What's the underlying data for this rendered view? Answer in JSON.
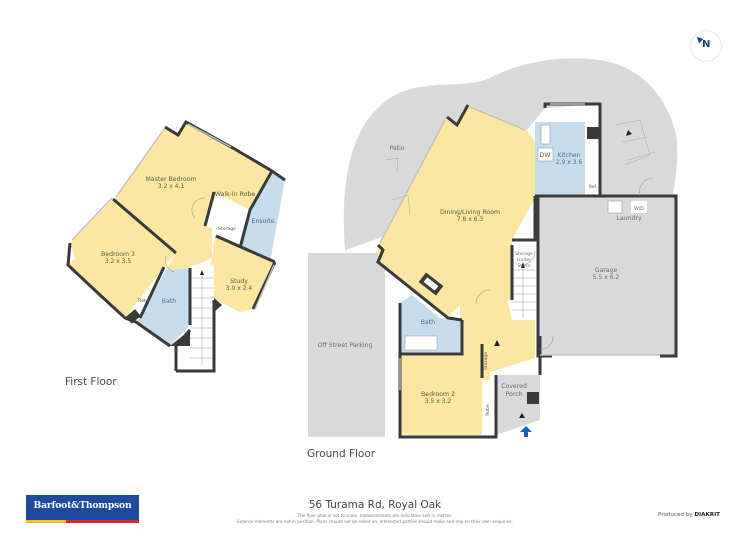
{
  "compass": {
    "label": "N"
  },
  "first_floor": {
    "title": "First Floor",
    "rooms": {
      "master_bedroom": {
        "name": "Master Bedroom",
        "dims": "3.2 x 4.1"
      },
      "walk_in_robe": {
        "name": "Walk-In Robe"
      },
      "ensuite": {
        "name": "Ensuite"
      },
      "storage": {
        "name": "Storage"
      },
      "bedroom_3": {
        "name": "Bedroom 3",
        "dims": "3.2 x 3.5"
      },
      "robe": {
        "name": "Robe"
      },
      "bath": {
        "name": "Bath"
      },
      "study": {
        "name": "Study",
        "dims": "3.0 x 2.4"
      }
    }
  },
  "ground_floor": {
    "title": "Ground Floor",
    "rooms": {
      "patio": {
        "name": "Patio"
      },
      "dining_living": {
        "name": "Dining/Living Room",
        "dims": "7.8 x 6.3"
      },
      "kitchen": {
        "name": "Kitchen",
        "dims": "2.9 x 3.6"
      },
      "dw": {
        "name": "DW"
      },
      "ref": {
        "name": "Ref."
      },
      "laundry": {
        "name": "Laundry"
      },
      "wd": {
        "name": "W/D"
      },
      "storage_under_stairs": {
        "line1": "Storage",
        "line2": "Under",
        "line3": "Stairs"
      },
      "garage": {
        "name": "Garage",
        "dims": "5.5 x 6.2"
      },
      "off_street_parking": {
        "name": "Off Street Parking"
      },
      "bath": {
        "name": "Bath"
      },
      "bedroom_2": {
        "name": "Bedroom 2",
        "dims": "3.5 x 3.2"
      },
      "robe": {
        "name": "Robe"
      },
      "storage": {
        "name": "Storage"
      },
      "covered_porch": {
        "line1": "Covered",
        "line2": "Porch"
      }
    }
  },
  "footer": {
    "brand": "Barfoot&Thompson",
    "address": "56 Turama Rd, Royal Oak",
    "disclaimer_line1": "The floor plan is not to scale, measurements are indicative and in metres.",
    "disclaimer_line2": "Exterior elements are not in position. Plans should not be relied on. Interested parties should make and rely on their own enquiries.",
    "produced_by_prefix": "Produced by",
    "produced_by_brand": "DIAKRIT"
  },
  "colors": {
    "room_yellow": "#fbe7a1",
    "wet_blue": "#c6dcec",
    "exterior_grey": "#d9d9d9",
    "wall": "#3a3a3a",
    "brand_blue": "#1e4b9c",
    "entry_arrow": "#1f5fb0"
  }
}
